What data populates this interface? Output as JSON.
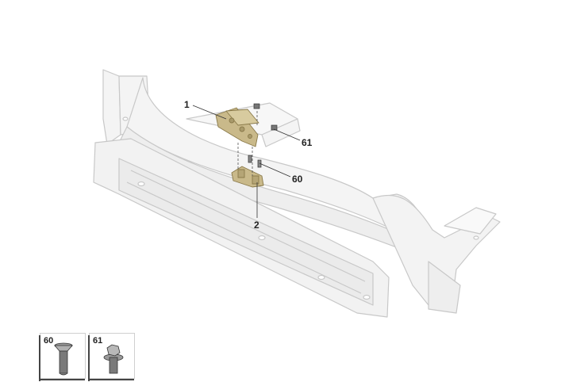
{
  "callouts": {
    "c1": "1",
    "c2": "2",
    "c60": "60",
    "c61": "61"
  },
  "legend": {
    "item60": {
      "label": "60",
      "icon": "countersunk-screw-icon"
    },
    "item61": {
      "label": "61",
      "icon": "hex-flange-bolt-icon"
    }
  },
  "colors": {
    "frame_stroke": "#c8c8c8",
    "frame_fill": "#f4f4f4",
    "part_fill": "#c9b98a",
    "part_stroke": "#8a7a4a",
    "leader": "#333333"
  }
}
